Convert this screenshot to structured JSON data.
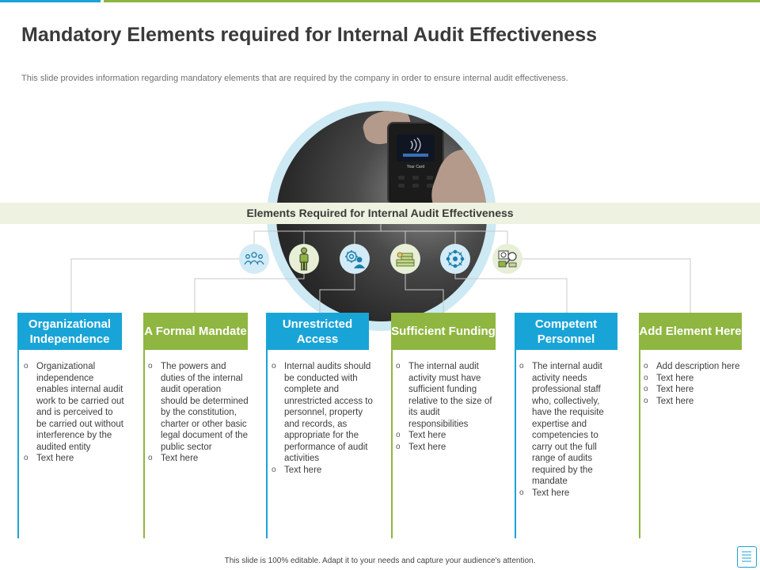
{
  "slide": {
    "title": "Mandatory Elements required for Internal Audit Effectiveness",
    "subtitle": "This slide provides information regarding mandatory elements that are required by the company in order to ensure internal audit effectiveness.",
    "banner": "Elements Required for Internal Audit Effectiveness",
    "footer": "This slide is 100% editable. Adapt it to your needs and capture your audience's attention."
  },
  "colors": {
    "blue": "#19a4d8",
    "green": "#8fb640",
    "banner_bg": "#eef2e0",
    "photo_ring": "#cde9f3"
  },
  "photo": {
    "device_screen_text": "Your Card"
  },
  "icons": [
    {
      "name": "team-icon",
      "tone": "blue"
    },
    {
      "name": "person-icon",
      "tone": "green"
    },
    {
      "name": "gear-person-icon",
      "tone": "blue"
    },
    {
      "name": "money-stack-icon",
      "tone": "green"
    },
    {
      "name": "network-people-icon",
      "tone": "blue"
    },
    {
      "name": "analysis-icon",
      "tone": "green"
    }
  ],
  "columns": [
    {
      "heading": "Organizational Independence",
      "tone": "blue",
      "bullets": [
        "Organizational independence enables internal audit work to be carried out and is perceived to be carried out without interference by the audited entity",
        "Text here"
      ]
    },
    {
      "heading": "A Formal Mandate",
      "tone": "green",
      "bullets": [
        "The powers and duties of the internal audit operation should be determined by the constitution, charter or other basic legal document of the public sector",
        "Text here"
      ]
    },
    {
      "heading": "Unrestricted Access",
      "tone": "blue",
      "bullets": [
        "Internal audits should be conducted with complete and unrestricted access to personnel, property and records, as appropriate for the performance of audit activities",
        "Text here"
      ]
    },
    {
      "heading": "Sufficient Funding",
      "tone": "green",
      "bullets": [
        "The internal audit activity must have sufficient funding relative to the size of its audit responsibilities",
        "Text here",
        "Text here"
      ]
    },
    {
      "heading": "Competent Personnel",
      "tone": "blue",
      "bullets": [
        "The internal audit activity needs professional staff who, collectively, have the requisite expertise and competencies to carry out the full range of audits required by the mandate",
        "Text here"
      ]
    },
    {
      "heading": "Add Element Here",
      "tone": "green",
      "bullets": [
        "Add description here",
        "Text here",
        "Text here",
        "Text here"
      ]
    }
  ]
}
